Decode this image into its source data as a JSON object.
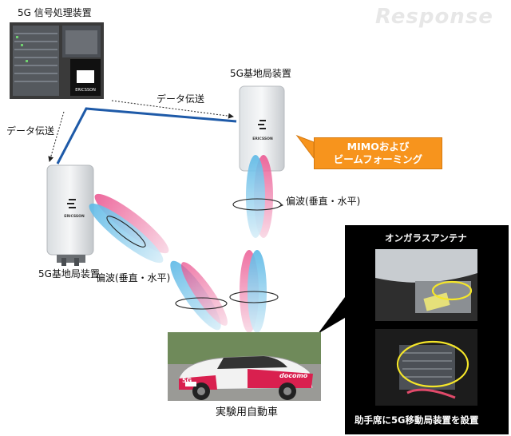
{
  "labels": {
    "signal_processor": "5G 信号処理装置",
    "base_station_right": "5G基地局装置",
    "base_station_left": "5G基地局装置",
    "data_transfer_top": "データ伝送",
    "data_transfer_left": "データ伝送",
    "polarization_right": "偏波(垂直・水平)",
    "polarization_left": "偏波(垂直・水平)",
    "test_car": "実験用自動車",
    "mimo_line1": "MIMOおよび",
    "mimo_line2": "ビームフォーミング",
    "on_glass_antenna": "オンガラスアンテナ",
    "passenger_seat": "助手席に5G移動局装置を設置"
  },
  "device_logo": "ERICSSON",
  "car_texts": {
    "logo": "5G",
    "brand": "docomo"
  },
  "watermark": "Response",
  "colors": {
    "link_line": "#1e5aa8",
    "mimo_box": "#f7941d",
    "beam_blue": "#8fd0f0",
    "beam_pink": "#f07aa8",
    "panel": "#000000"
  }
}
